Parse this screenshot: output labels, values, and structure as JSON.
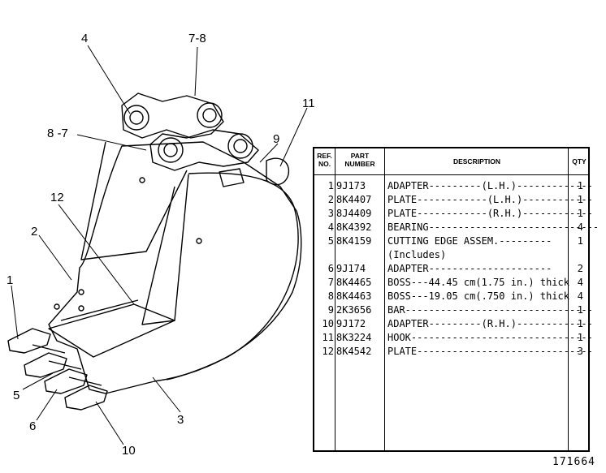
{
  "callouts": [
    "4",
    "7-8",
    "8 -7",
    "9",
    "11",
    "12",
    "2",
    "1",
    "5",
    "6",
    "10",
    "3"
  ],
  "table": {
    "headers": {
      "ref_no": "REF. NO.",
      "part_number": "PART NUMBER",
      "description": "DESCRIPTION",
      "qty": "QTY"
    },
    "rows": [
      {
        "ref": "1",
        "part": "9J173",
        "desc": "ADAPTER---------(L.H.)-------------",
        "qty": "1"
      },
      {
        "ref": "2",
        "part": "8K4407",
        "desc": "PLATE------------(L.H.)------------",
        "qty": "1"
      },
      {
        "ref": "3",
        "part": "8J4409",
        "desc": "PLATE------------(R.H.)------------",
        "qty": "1"
      },
      {
        "ref": "4",
        "part": "8K4392",
        "desc": "BEARING-----------------------------",
        "qty": "4"
      },
      {
        "ref": "5",
        "part": "8K4159",
        "desc": "CUTTING EDGE ASSEM.---------",
        "qty": "1"
      },
      {
        "ref": "",
        "part": "",
        "desc": "   (Includes)",
        "qty": ""
      },
      {
        "ref": "6",
        "part": "9J174",
        "desc": "   ADAPTER---------------------",
        "qty": "2"
      },
      {
        "ref": "7",
        "part": "8K4465",
        "desc": "BOSS---44.45 cm(1.75 in.) thick",
        "qty": "4"
      },
      {
        "ref": "8",
        "part": "8K4463",
        "desc": "BOSS---19.05 cm(.750 in.) thick",
        "qty": "4"
      },
      {
        "ref": "9",
        "part": "2K3656",
        "desc": "BAR--------------------------------",
        "qty": "1"
      },
      {
        "ref": "10",
        "part": "9J172",
        "desc": "ADAPTER---------(R.H.)-------------",
        "qty": "1"
      },
      {
        "ref": "11",
        "part": "8K3224",
        "desc": "HOOK-------------------------------",
        "qty": "1"
      },
      {
        "ref": "12",
        "part": "8K4542",
        "desc": "PLATE------------------------------",
        "qty": "3"
      }
    ]
  },
  "drawing_number": "171664"
}
